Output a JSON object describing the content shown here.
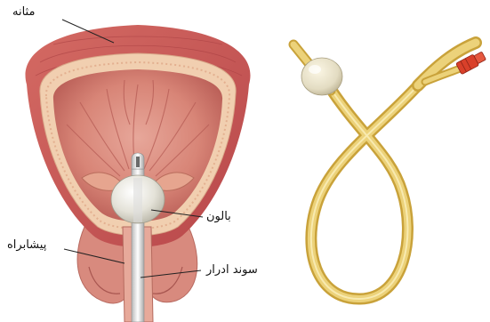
{
  "labels": {
    "bladder": "مثانه",
    "balloon": "بالون",
    "urethra": "پیشابراه",
    "catheter": "سوند ادرار"
  },
  "icons": {
    "bladder_illustration": "bladder-cross-section-icon",
    "catheter_illustration": "foley-catheter-icon"
  },
  "colors": {
    "muscle": "#c9595a",
    "inner_wall": "#d97a6a",
    "lining": "#efc6a6",
    "catheter": "#e8c85a",
    "catheter_shade": "#c9a23a",
    "valve": "#d9402a",
    "balloon": "#ece9dc"
  }
}
